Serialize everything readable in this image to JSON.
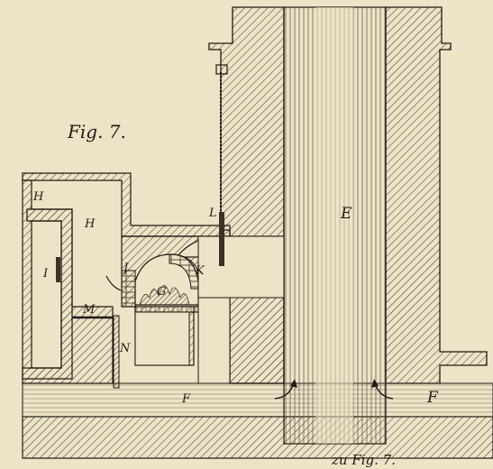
{
  "figure": {
    "title": "Fig. 7.",
    "caption": "zu Fig. 7."
  },
  "labels": {
    "E": "E",
    "H_upper": "H",
    "H_mid": "H",
    "I": "I",
    "J": "J",
    "G": "G",
    "K": "K",
    "L": "L",
    "M": "M",
    "N": "N",
    "F_left": "F",
    "F_right": "F"
  },
  "colors": {
    "paper": "#ede3c6",
    "ink": "#1e1a14"
  }
}
